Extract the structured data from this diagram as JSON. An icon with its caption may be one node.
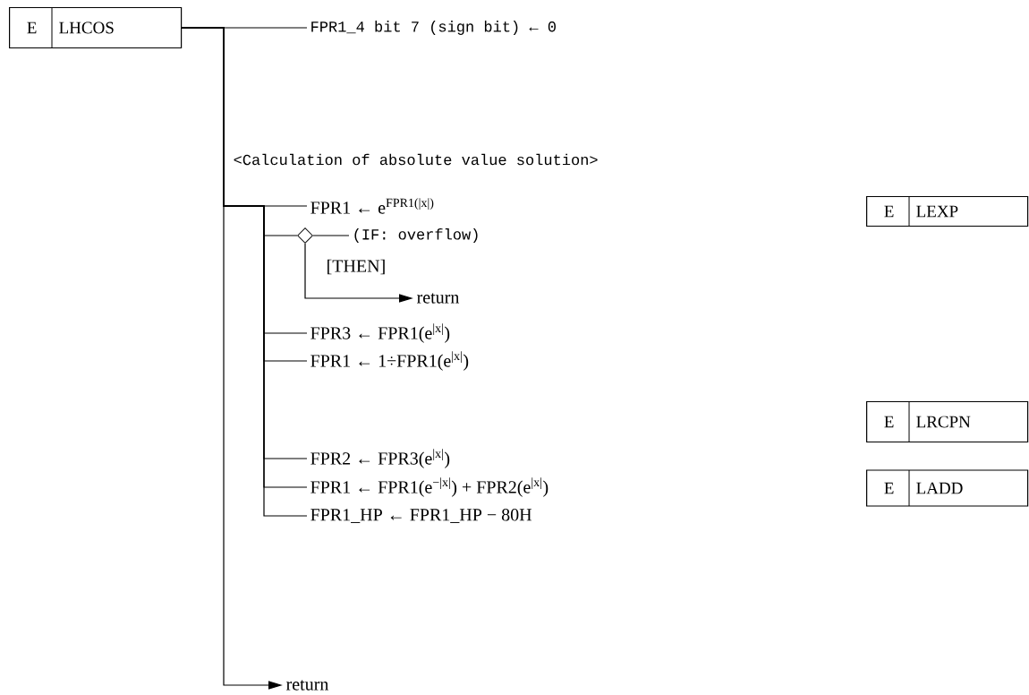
{
  "diagram": {
    "nodes": [
      {
        "text": [
          "E",
          "LHCOS"
        ]
      },
      {
        "text": [
          "FPR1_4 bit 7 (sign bit) ← 0"
        ]
      },
      {
        "text": [
          "FPR1 ← e$^{FPR1(|x|)}$"
        ]
      },
      {
        "text": [],
        "shape": "diamond"
      },
      {
        "text": [
          "(IF: overflow)"
        ]
      },
      {
        "text": [
          "return"
        ]
      },
      {
        "text": [
          "FPR3 ← FPR1(e$^{|x|}$)"
        ]
      },
      {
        "text": [
          "FPR1 ← 1÷FPR1(e$^{|x|}$)"
        ]
      },
      {
        "text": [
          "FPR2 ← FPR3(e$^{|x|}$)"
        ]
      },
      {
        "text": [
          "FPR1 ← FPR1(e$^{−|x|}$) + FPR2(e$^{|x|}$)"
        ]
      },
      {
        "text": [
          "FPR1_HP ← FPR1_HP − 80H"
        ]
      },
      {
        "text": [
          "return"
        ]
      },
      {
        "text": [
          "E",
          "LEXP"
        ]
      },
      {
        "text": [
          "E",
          "LRCPN"
        ]
      },
      {
        "text": [
          "E",
          "LADD"
        ]
      }
    ],
    "edges": [
      {
        "from": 0,
        "to": 1,
        "arrow": "none"
      },
      {
        "from": 0,
        "to": 2,
        "arrow": "none"
      },
      {
        "from": 0,
        "to": 3,
        "arrow": "none"
      },
      {
        "from": 3,
        "to": 4,
        "arrow": "none"
      },
      {
        "from": 3,
        "to": 5,
        "arrow": "to"
      },
      {
        "from": 0,
        "to": 6,
        "arrow": "none"
      },
      {
        "from": 0,
        "to": 7,
        "arrow": "none"
      },
      {
        "from": 0,
        "to": 8,
        "arrow": "none"
      },
      {
        "from": 0,
        "to": 9,
        "arrow": "none"
      },
      {
        "from": 0,
        "to": 10,
        "arrow": "none"
      },
      {
        "from": 0,
        "to": 11,
        "arrow": "to"
      }
    ],
    "labels": [
      "<Calculation of absolute value solution>",
      "[THEN]"
    ]
  }
}
